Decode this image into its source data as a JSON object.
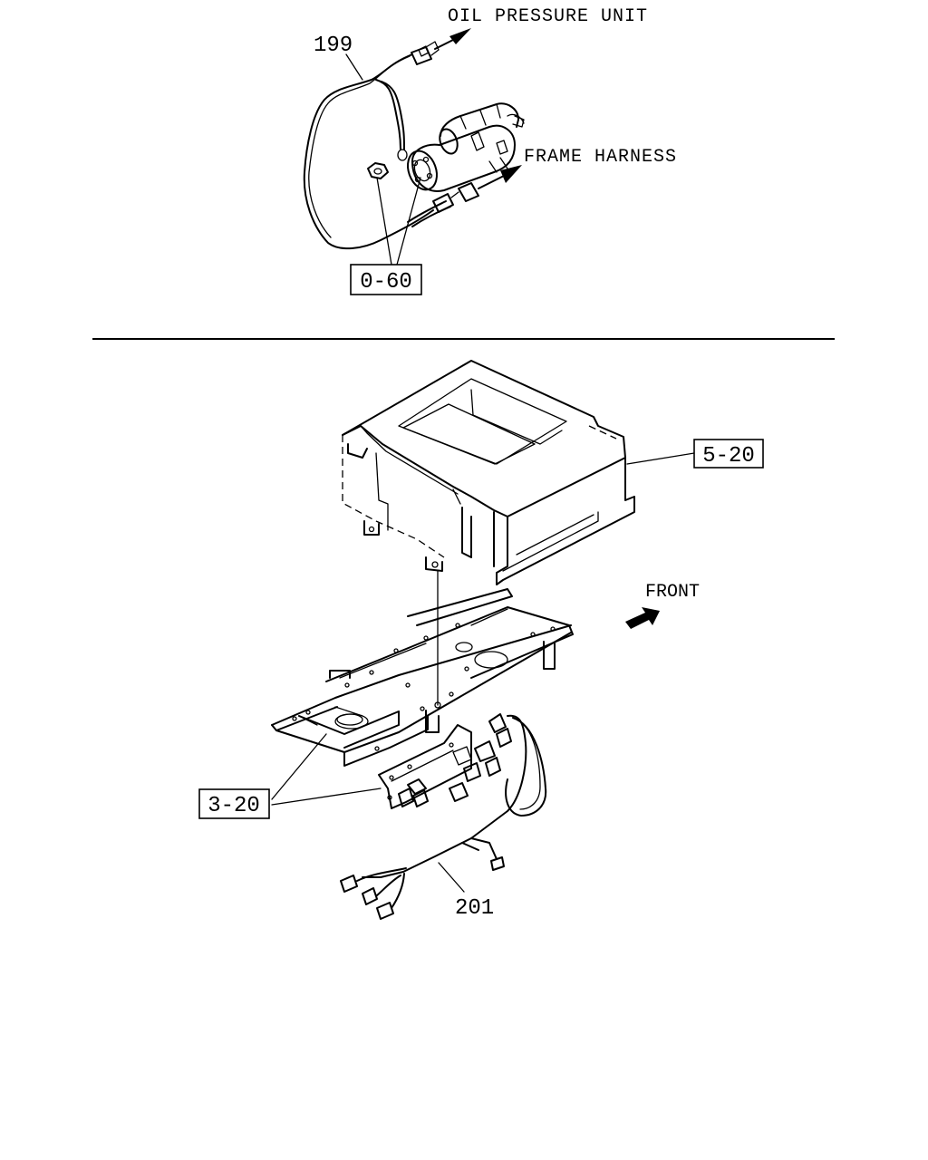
{
  "labels": {
    "oil_pressure_unit": "OIL PRESSURE UNIT",
    "frame_harness": "FRAME HARNESS",
    "front": "FRONT"
  },
  "parts": {
    "p199": "199",
    "p201": "201"
  },
  "refs": {
    "r0_60": "0-60",
    "r5_20": "5-20",
    "r3_20": "3-20"
  }
}
